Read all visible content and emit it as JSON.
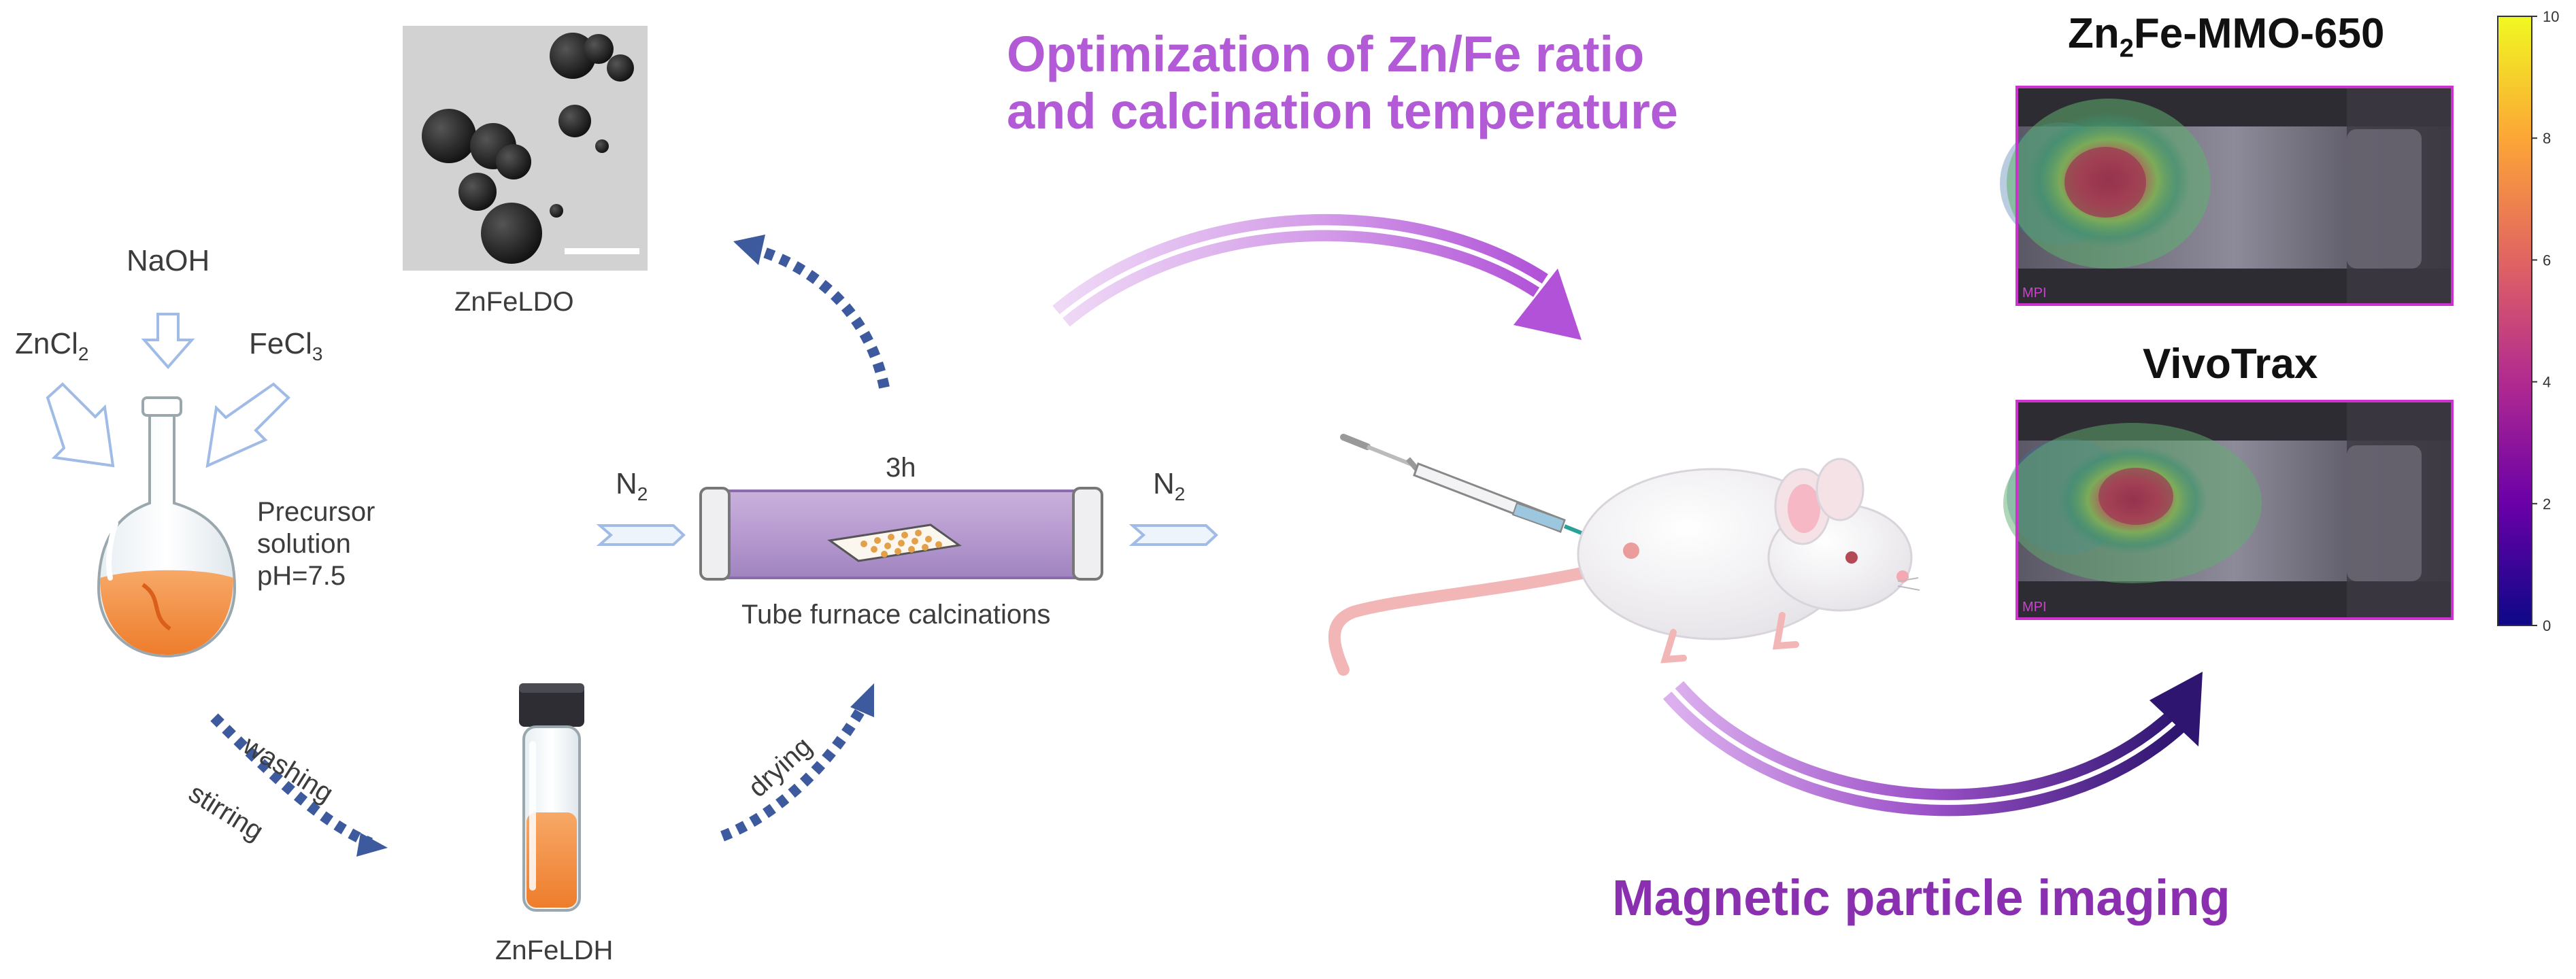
{
  "synthesis": {
    "reagent_naoh": "NaOH",
    "reagent_zncl2_base": "ZnCl",
    "reagent_zncl2_sub": "2",
    "reagent_fecl3_base": "FeCl",
    "reagent_fecl3_sub": "3",
    "precursor_lines": [
      "Precursor",
      "solution",
      "pH=7.5"
    ],
    "step_washing": "washing",
    "step_stirring": "stirring",
    "ldh_label": "ZnFeLDH",
    "step_drying": "drying",
    "ldo_label": "ZnFeLDO"
  },
  "furnace": {
    "time": "3h",
    "gas_base": "N",
    "gas_sub": "2",
    "label": "Tube furnace calcinations"
  },
  "optimization_title": [
    "Optimization of Zn/Fe ratio",
    "and calcination temperature"
  ],
  "imaging": {
    "title": "Magnetic particle imaging",
    "image1_title_pre": "Zn",
    "image1_title_sub": "2",
    "image1_title_post": "Fe-MMO-650",
    "image2_title": "VivoTrax",
    "mpi_tag": "MPI",
    "colorbar_ticks": [
      "0",
      "2",
      "4",
      "6",
      "8",
      "10"
    ],
    "colorbar_min": 0,
    "colorbar_max": 10
  },
  "colors": {
    "arrow_blue": "#3d5a9e",
    "arrow_outline_blue": "#9fbbe6",
    "purple_text": "#b35ad6",
    "dark_purple_text": "#8a2fb0",
    "furnace_fill": "#b79ad0",
    "orange_liquid": "#f39a52"
  }
}
